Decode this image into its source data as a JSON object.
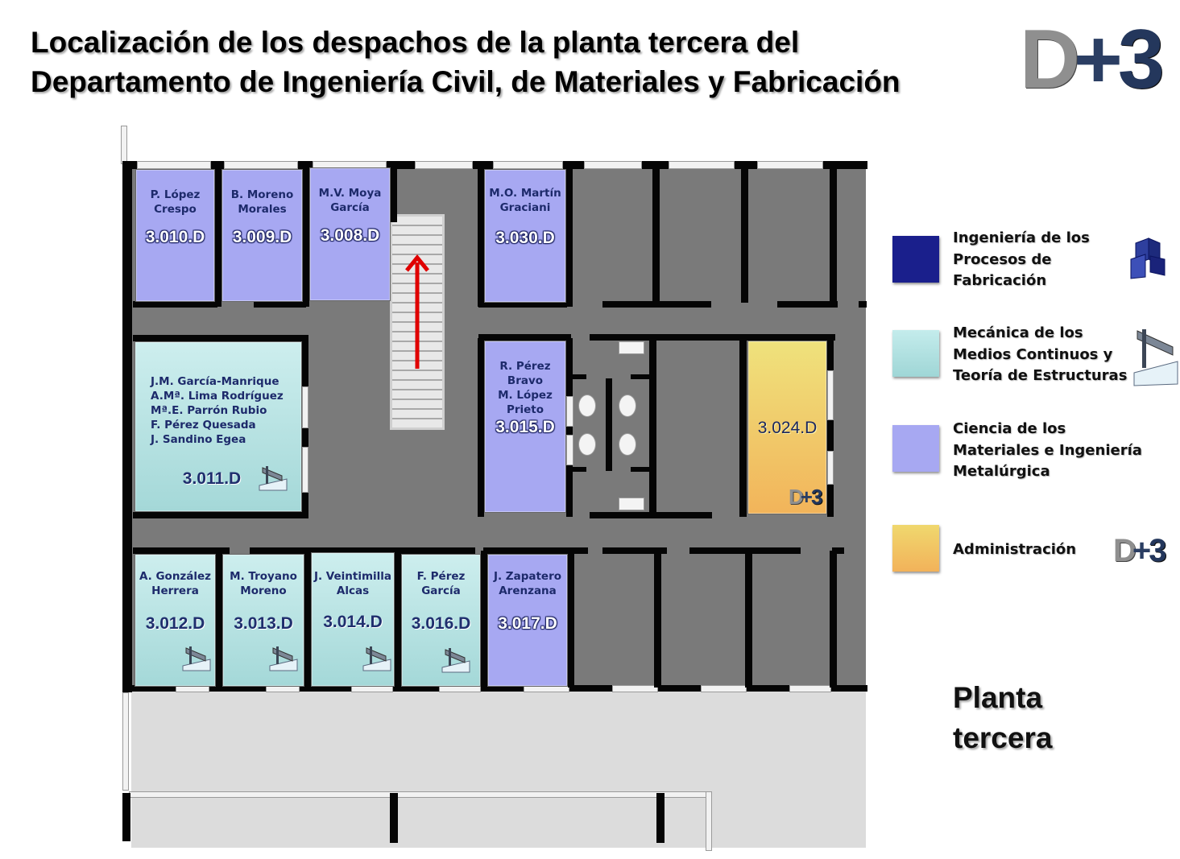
{
  "title": {
    "line1": "Localización de los despachos de la planta tercera del",
    "line2": "Departamento de Ingeniería Civil, de Materiales y Fabricación"
  },
  "logo": {
    "d": "D",
    "plus": "+",
    "num": "3"
  },
  "rooms": {
    "r3010": {
      "code": "3.010.D",
      "occupants": [
        "P. López",
        "Crespo"
      ],
      "group": "metal"
    },
    "r3009": {
      "code": "3.009.D",
      "occupants": [
        "B. Moreno",
        "Morales"
      ],
      "group": "metal"
    },
    "r3008": {
      "code": "3.008.D",
      "occupants": [
        "M.V. Moya",
        "García"
      ],
      "group": "metal"
    },
    "r3030": {
      "code": "3.030.D",
      "occupants": [
        "M.O. Martín",
        "Graciani"
      ],
      "group": "metal"
    },
    "r3011": {
      "code": "3.011.D",
      "occupants": [
        "J.M. García-Manrique",
        "A.Mª. Lima Rodríguez",
        "Mª.E. Parrón Rubio",
        "F. Pérez Quesada",
        "J. Sandino Egea"
      ],
      "group": "mmc"
    },
    "r3015": {
      "code": "3.015.D",
      "occupants": [
        "R. Pérez",
        "Bravo",
        "M. López",
        "Prieto"
      ],
      "group": "metal"
    },
    "r3024": {
      "code": "3.024.D",
      "occupants": [],
      "group": "admin"
    },
    "r3012": {
      "code": "3.012.D",
      "occupants": [
        "A. González",
        "Herrera"
      ],
      "group": "mmc"
    },
    "r3013": {
      "code": "3.013.D",
      "occupants": [
        "M. Troyano",
        "Moreno"
      ],
      "group": "mmc"
    },
    "r3014": {
      "code": "3.014.D",
      "occupants": [
        "J. Veintimilla",
        "Alcas"
      ],
      "group": "mmc"
    },
    "r3016": {
      "code": "3.016.D",
      "occupants": [
        "F. Pérez",
        "García"
      ],
      "group": "mmc"
    },
    "r3017": {
      "code": "3.017.D",
      "occupants": [
        "J. Zapatero",
        "Arenzana"
      ],
      "group": "metal"
    }
  },
  "legend": [
    {
      "lines": [
        "Ingeniería de los",
        "Procesos de",
        "Fabricación"
      ],
      "color": "#1a1f8c",
      "icon": "ipf-logo-icon"
    },
    {
      "lines": [
        "Mecánica de los",
        "Medios Continuos y",
        "Teoría de Estructuras"
      ],
      "color": "#aee0e0",
      "icon": "steel-beam-icon"
    },
    {
      "lines": [
        "Ciencia de los",
        "Materiales e Ingeniería",
        "Metalúrgica"
      ],
      "color": "#a7a8f2",
      "icon": ""
    },
    {
      "lines": [
        "Administración"
      ],
      "color": "#f2c55f",
      "icon": "di3-logo-icon"
    }
  ],
  "floor_label": {
    "line1": "Planta",
    "line2": "tercera"
  },
  "colors": {
    "metal": "#a7a8f2",
    "mmc": "#aee0e0",
    "admin": "#f2c55f",
    "ipf": "#1a1f8c",
    "arrow": "#e00000"
  }
}
